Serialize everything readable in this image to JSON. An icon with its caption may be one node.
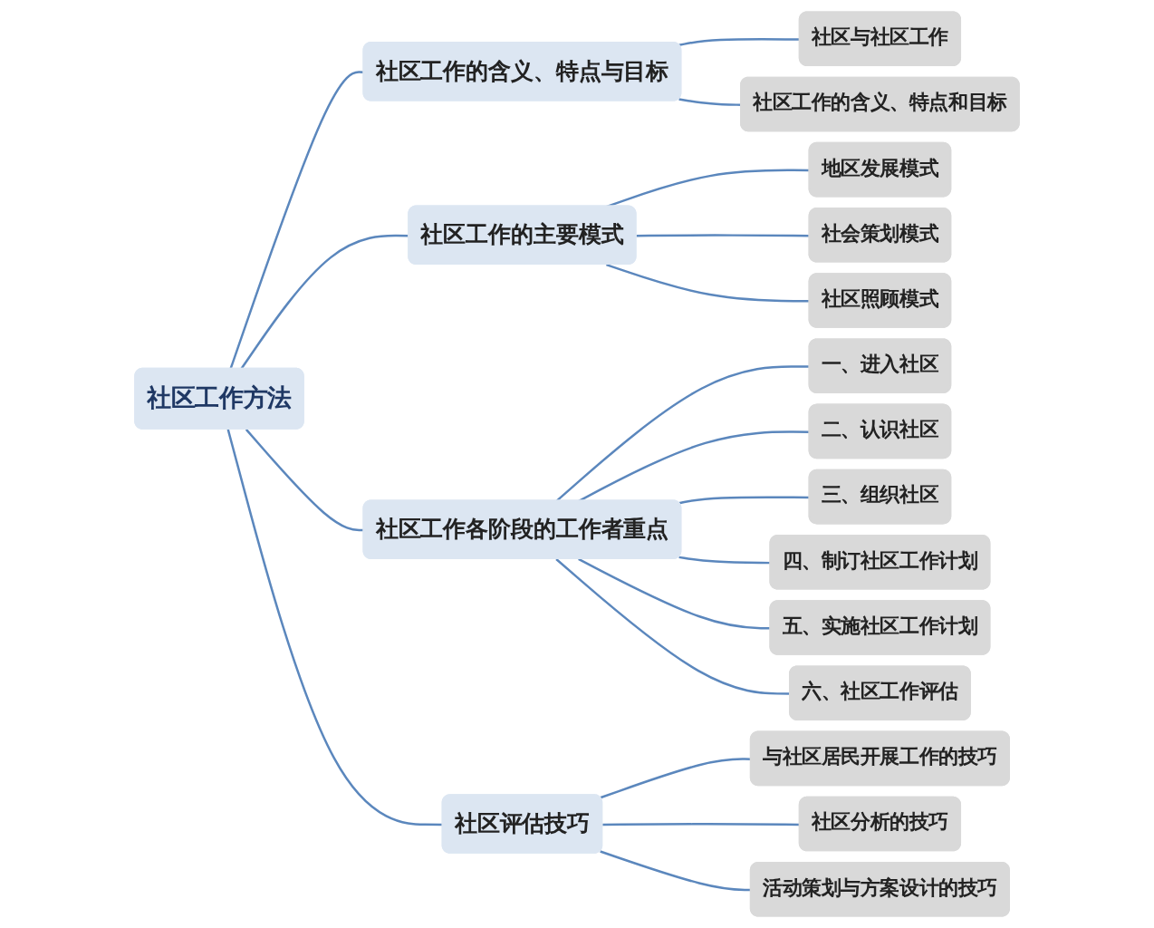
{
  "diagram": {
    "nodes": [
      {
        "text": [
          "社区工作方法"
        ]
      },
      {
        "text": [
          "社区工作的含义、特点与目标"
        ]
      },
      {
        "text": [
          "社区与社区工作"
        ]
      },
      {
        "text": [
          "社区工作的含义、特点和目标"
        ]
      },
      {
        "text": [
          "社区工作的主要模式"
        ]
      },
      {
        "text": [
          "地区发展模式"
        ]
      },
      {
        "text": [
          "社会策划模式"
        ]
      },
      {
        "text": [
          "社区照顾模式"
        ]
      },
      {
        "text": [
          "社区工作各阶段的工作者重点"
        ]
      },
      {
        "text": [
          "一、进入社区"
        ]
      },
      {
        "text": [
          "二、认识社区"
        ]
      },
      {
        "text": [
          "三、组织社区"
        ]
      },
      {
        "text": [
          "四、制订社区工作计划"
        ]
      },
      {
        "text": [
          "五、实施社区工作计划"
        ]
      },
      {
        "text": [
          "六、社区工作评估"
        ]
      },
      {
        "text": [
          "社区评估技巧"
        ]
      },
      {
        "text": [
          "与社区居民开展工作的技巧"
        ]
      },
      {
        "text": [
          "社区分析的技巧"
        ]
      },
      {
        "text": [
          "活动策划与方案设计的技巧"
        ]
      }
    ],
    "edges": [
      {
        "from": 0,
        "to": 1,
        "arrow": "none"
      },
      {
        "from": 1,
        "to": 2,
        "arrow": "none"
      },
      {
        "from": 1,
        "to": 3,
        "arrow": "none"
      },
      {
        "from": 0,
        "to": 4,
        "arrow": "none"
      },
      {
        "from": 4,
        "to": 5,
        "arrow": "none"
      },
      {
        "from": 4,
        "to": 6,
        "arrow": "none"
      },
      {
        "from": 4,
        "to": 7,
        "arrow": "none"
      },
      {
        "from": 0,
        "to": 8,
        "arrow": "none"
      },
      {
        "from": 8,
        "to": 9,
        "arrow": "none"
      },
      {
        "from": 8,
        "to": 10,
        "arrow": "none"
      },
      {
        "from": 8,
        "to": 11,
        "arrow": "none"
      },
      {
        "from": 8,
        "to": 12,
        "arrow": "none"
      },
      {
        "from": 8,
        "to": 13,
        "arrow": "none"
      },
      {
        "from": 8,
        "to": 14,
        "arrow": "none"
      },
      {
        "from": 0,
        "to": 15,
        "arrow": "none"
      },
      {
        "from": 15,
        "to": 16,
        "arrow": "none"
      },
      {
        "from": 15,
        "to": 17,
        "arrow": "none"
      },
      {
        "from": 15,
        "to": 18,
        "arrow": "none"
      }
    ]
  }
}
